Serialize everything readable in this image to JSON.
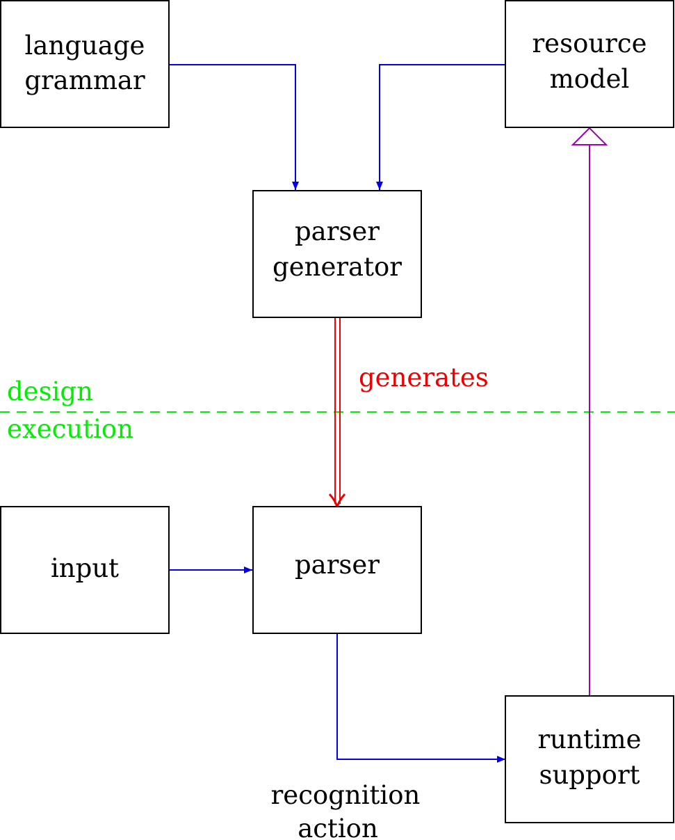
{
  "nodes": {
    "language_grammar": {
      "line1": "language",
      "line2": "grammar"
    },
    "resource_model": {
      "line1": "resource",
      "line2": "model"
    },
    "parser_generator": {
      "line1": "parser",
      "line2": "generator"
    },
    "input": {
      "line1": "input"
    },
    "parser": {
      "line1": "parser"
    },
    "runtime_support": {
      "line1": "runtime",
      "line2": "support"
    }
  },
  "edges": {
    "generates": "generates",
    "recognition_action": {
      "line1": "recognition",
      "line2": "action"
    }
  },
  "phases": {
    "design": "design",
    "execution": "execution"
  },
  "colors": {
    "flow": "#0000ee",
    "generation": "#ee0000",
    "inheritance": "#a000b0",
    "phase_divider": "#00ee00",
    "box_border": "#000000"
  }
}
